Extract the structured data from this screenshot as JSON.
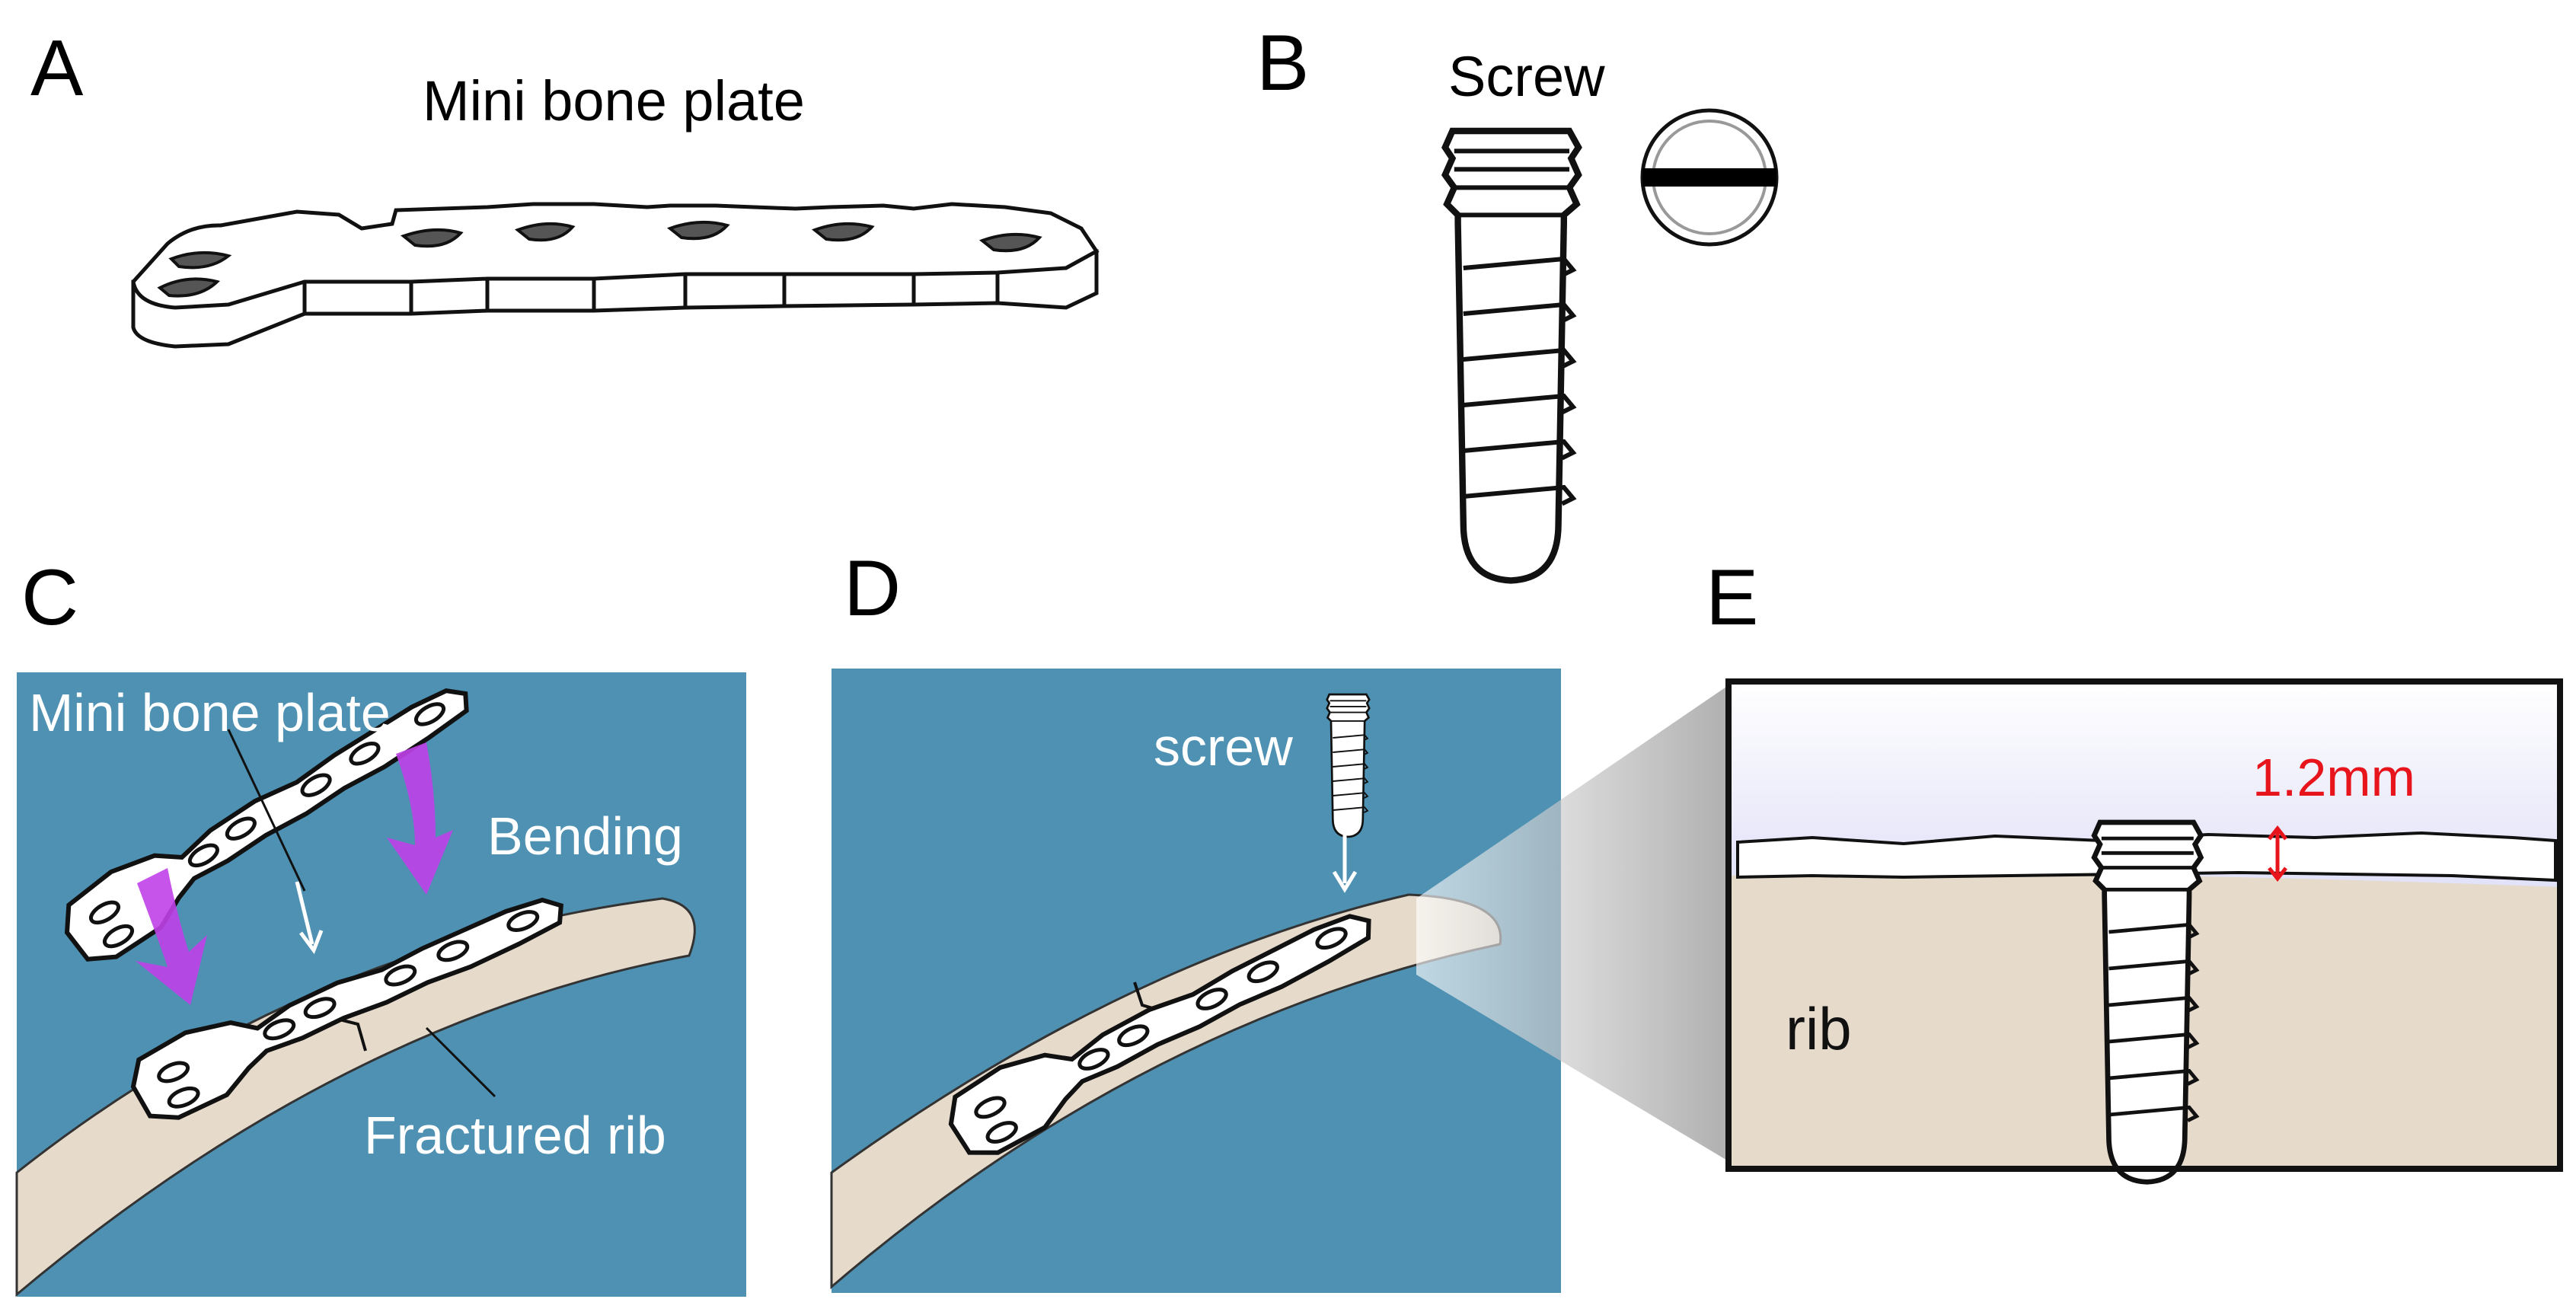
{
  "panels": {
    "a": {
      "letter": "A",
      "caption": "Mini bone plate"
    },
    "b": {
      "letter": "B",
      "caption": "Screw"
    },
    "c": {
      "letter": "C",
      "plate_label": "Mini bone plate",
      "bending_label": "Bending",
      "rib_label": "Fractured rib"
    },
    "d": {
      "letter": "D",
      "screw_label": "screw"
    },
    "e": {
      "letter": "E",
      "rib_label": "rib",
      "measurement": "1.2mm"
    }
  },
  "colors": {
    "panel_bg": "#4e91b3",
    "rib": "#e6dacb",
    "plate": "#ffffff",
    "bend_arrow": "#c040e8",
    "measure": "#e8141c",
    "outline": "#222222"
  }
}
